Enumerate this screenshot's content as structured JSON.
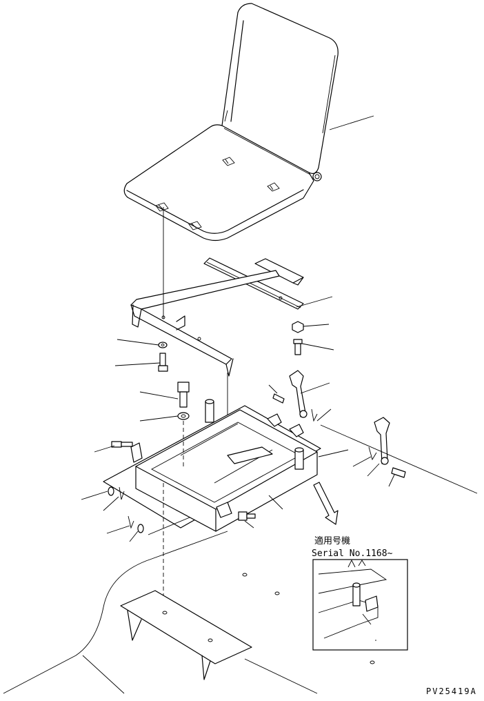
{
  "inset": {
    "caption_jp": "適用号機",
    "caption_en": "Serial No.1168~"
  },
  "drawing_code": "PV25419A"
}
